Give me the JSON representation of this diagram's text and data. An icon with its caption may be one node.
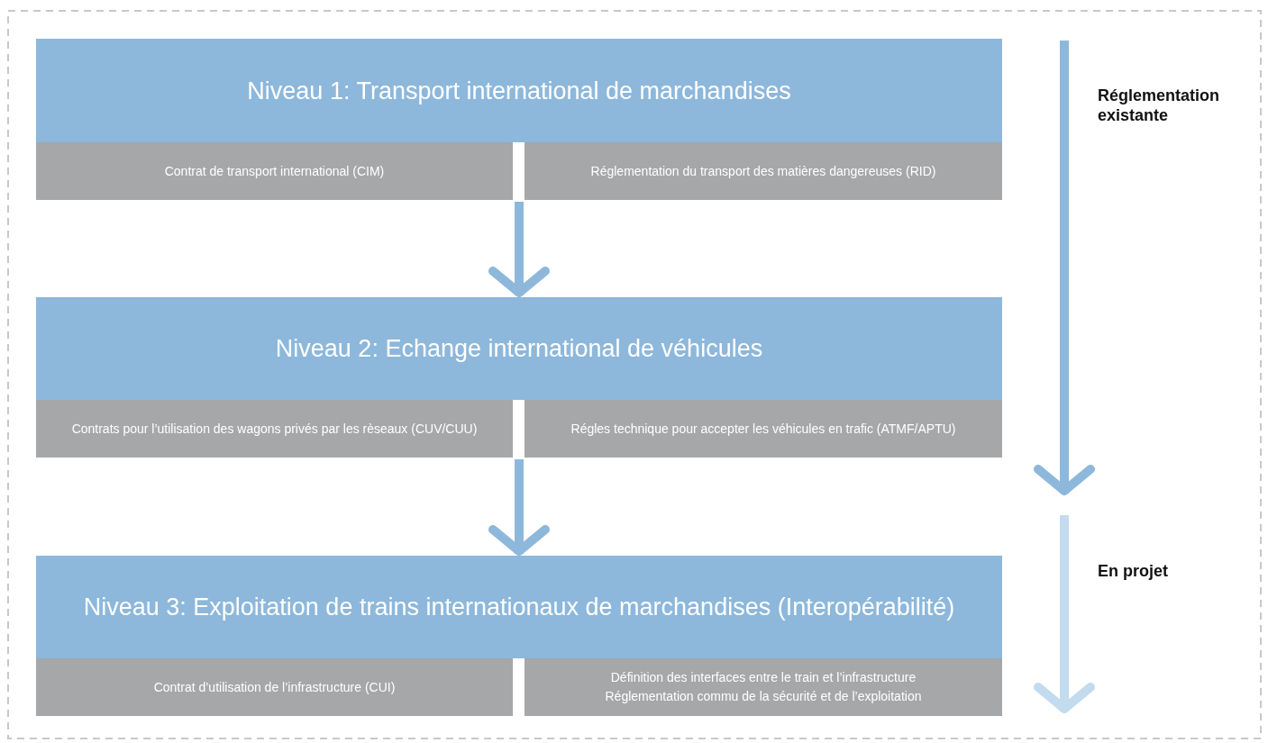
{
  "diagram": {
    "nodes": [
      {
        "text": [],
        "shape": "box"
      },
      {
        "text": [
          "Niveau 1: Transport international de marchandises"
        ],
        "in": 0
      },
      {
        "text": [
          "Contrat de transport international (CIM)"
        ],
        "in": 0
      },
      {
        "text": [
          "Réglementation du transport des matières dangereuses (RID)"
        ],
        "in": 0
      },
      {
        "text": [],
        "shape": "box"
      },
      {
        "text": [
          "Niveau 2: Echange international de véhicules"
        ],
        "in": 4
      },
      {
        "text": [
          "Contrats pour l’utilisation des wagons privés par les rèseaux (CUV/CUU)"
        ],
        "in": 4
      },
      {
        "text": [
          "Régles technique pour accepter les véhicules en trafic (ATMF/APTU)"
        ],
        "in": 4
      },
      {
        "text": [],
        "shape": "box"
      },
      {
        "text": [
          "Niveau 3: Exploitation de trains internationaux de marchandises (Interopérabilité)"
        ],
        "in": 8
      },
      {
        "text": [
          "Contrat d’utilisation de l’infrastructure (CUI)"
        ],
        "in": 8
      },
      {
        "text": [
          "Définition des interfaces entre le train et l’infrastructure",
          "Réglementation commu de la sécurité et de l’exploitation"
        ],
        "in": 8
      }
    ],
    "edges": [
      {
        "from": 0,
        "to": 4,
        "arrow": "to"
      },
      {
        "from": 4,
        "to": 8,
        "arrow": "to"
      }
    ],
    "labels": [
      "Réglementation existante",
      "En projet"
    ]
  }
}
